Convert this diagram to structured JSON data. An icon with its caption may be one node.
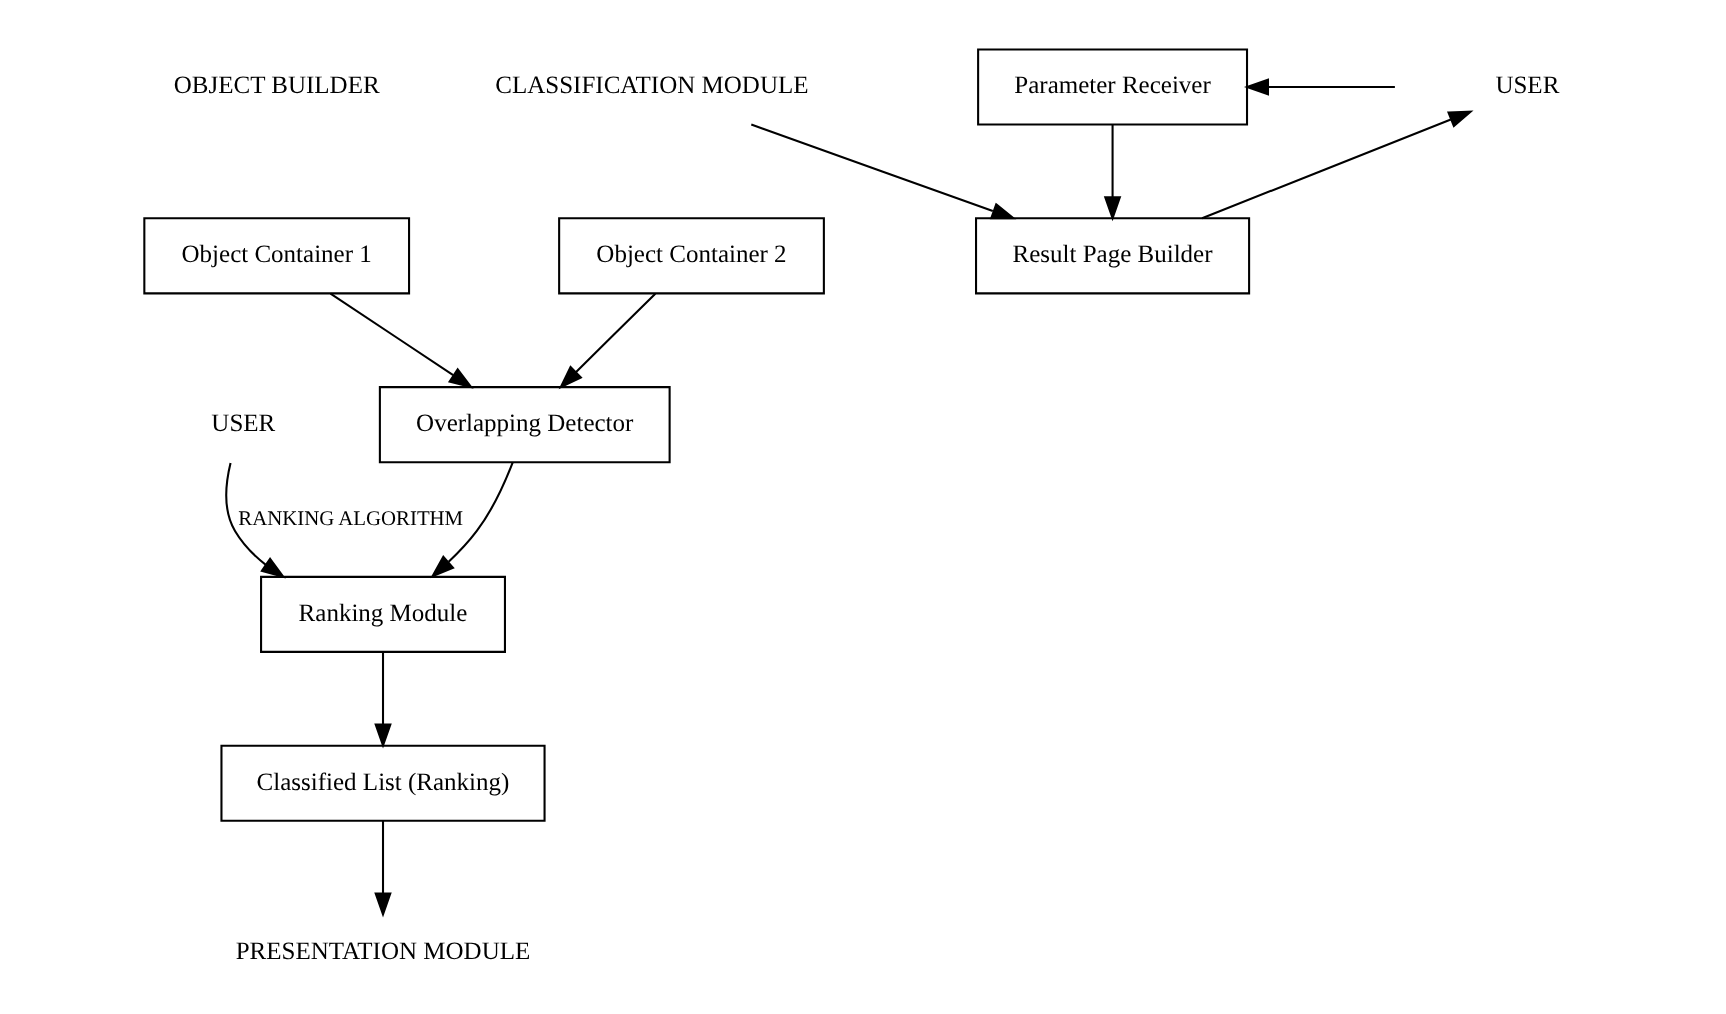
{
  "diagram": {
    "nodes": [
      {
        "text": [
          "Object Container 1"
        ]
      },
      {
        "text": [
          "Object Container 2"
        ]
      },
      {
        "text": [
          "Overlapping Detector"
        ]
      },
      {
        "text": [
          "Ranking Module"
        ]
      },
      {
        "text": [
          "Classified List (Ranking)"
        ]
      },
      {
        "text": [
          "Parameter Receiver"
        ]
      },
      {
        "text": [
          "Result Page Builder"
        ]
      },
      {
        "text": [
          "USER"
        ]
      },
      {
        "text": [
          "PRESENTATION MODULE"
        ]
      },
      {
        "text": [
          "CLASSIFICATION MODULE"
        ]
      },
      {
        "text": [
          "USER"
        ]
      }
    ],
    "edges": [
      {
        "from": 0,
        "to": 2,
        "arrow": "to"
      },
      {
        "from": 1,
        "to": 2,
        "arrow": "to"
      },
      {
        "from": 2,
        "to": 3,
        "arrow": "to"
      },
      {
        "from": 7,
        "to": 3,
        "arrow": "to",
        "label": "RANKING ALGORITHM"
      },
      {
        "from": 3,
        "to": 4,
        "arrow": "to"
      },
      {
        "from": 4,
        "to": 8,
        "arrow": "to"
      },
      {
        "from": 9,
        "to": 6,
        "arrow": "to"
      },
      {
        "from": null,
        "to": 5,
        "arrow": "to"
      },
      {
        "from": 5,
        "to": 6,
        "arrow": "to"
      },
      {
        "from": 6,
        "to": 10,
        "arrow": "to"
      }
    ],
    "labels": [
      "OBJECT BUILDER"
    ]
  }
}
